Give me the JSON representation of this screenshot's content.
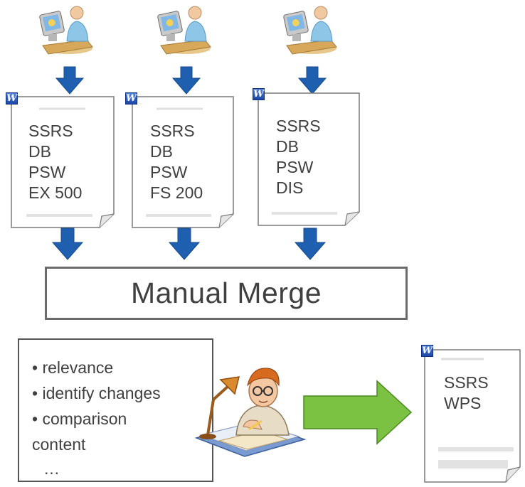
{
  "documents": [
    {
      "lines": [
        "SSRS",
        "DB",
        "PSW",
        "EX 500"
      ]
    },
    {
      "lines": [
        "SSRS",
        "DB",
        "PSW",
        "FS 200"
      ]
    },
    {
      "lines": [
        "SSRS",
        "DB",
        "PSW",
        "DIS"
      ]
    }
  ],
  "merge": {
    "label": "Manual Merge"
  },
  "notes": {
    "items": [
      "relevance",
      "identify changes",
      "comparison"
    ],
    "continuation": "content",
    "ellipsis": "…"
  },
  "result_document": {
    "lines": [
      "SSRS",
      "WPS"
    ]
  },
  "icons": {
    "user": "user-at-computer-icon",
    "word": "word-document-icon",
    "worker": "person-writing-at-desk-icon"
  },
  "colors": {
    "down_arrow": "#1f5fb0",
    "flow_arrow": "#7cc242",
    "border": "#6b6b6b",
    "text": "#404040"
  }
}
